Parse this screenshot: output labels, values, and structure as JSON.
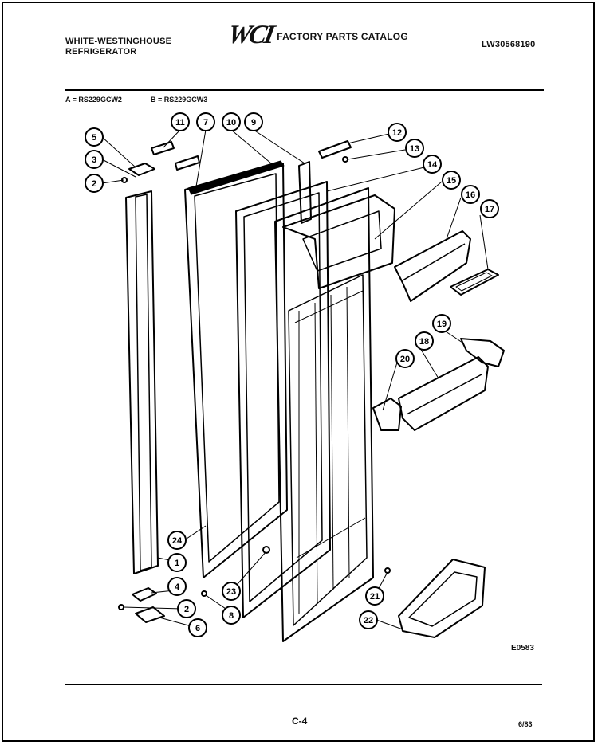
{
  "header": {
    "brand_line1": "WHITE-WESTINGHOUSE",
    "brand_line2": "REFRIGERATOR",
    "logo": "WCI",
    "catalog_title": "FACTORY PARTS CATALOG",
    "catalog_number": "LW30568190"
  },
  "models": {
    "a": "A = RS229GCW2",
    "b": "B = RS229GCW3"
  },
  "callouts": [
    "5",
    "3",
    "2",
    "11",
    "7",
    "10",
    "9",
    "12",
    "13",
    "14",
    "15",
    "16",
    "17",
    "19",
    "18",
    "20",
    "24",
    "1",
    "4",
    "2",
    "6",
    "23",
    "8",
    "21",
    "22"
  ],
  "footer": {
    "figure_code": "E0583",
    "page_number": "C-4",
    "date": "6/83"
  }
}
